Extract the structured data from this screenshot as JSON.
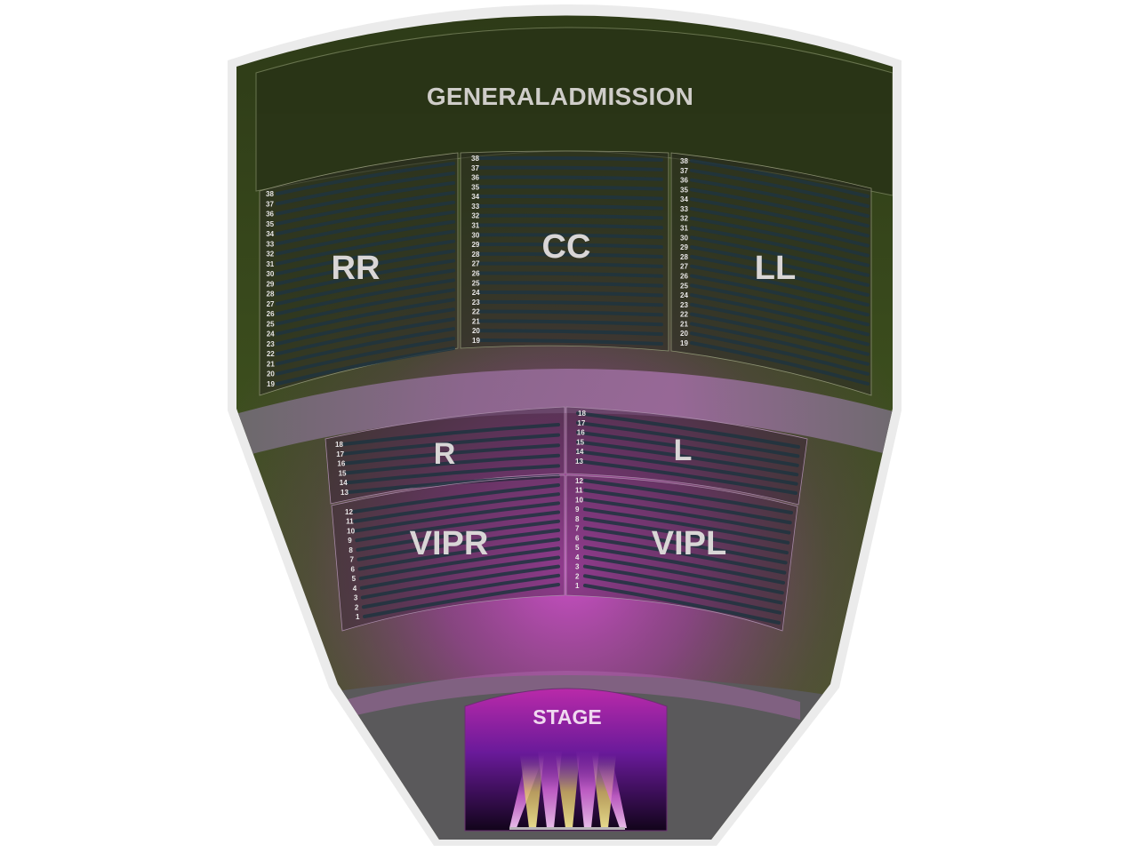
{
  "venue_map": {
    "general_admission": {
      "label": "GENERALADMISSION"
    },
    "stage": {
      "label": "STAGE"
    },
    "sections": [
      {
        "id": "RR",
        "label": "RR",
        "rows": [
          "38",
          "37",
          "36",
          "35",
          "34",
          "33",
          "32",
          "31",
          "30",
          "29",
          "28",
          "27",
          "26",
          "25",
          "24",
          "23",
          "22",
          "21",
          "20",
          "19"
        ]
      },
      {
        "id": "CC",
        "label": "CC",
        "rows": [
          "38",
          "37",
          "36",
          "35",
          "34",
          "33",
          "32",
          "31",
          "30",
          "29",
          "28",
          "27",
          "26",
          "25",
          "24",
          "23",
          "22",
          "21",
          "20",
          "19"
        ]
      },
      {
        "id": "LL",
        "label": "LL",
        "rows": [
          "38",
          "37",
          "36",
          "35",
          "34",
          "33",
          "32",
          "31",
          "30",
          "29",
          "28",
          "27",
          "26",
          "25",
          "24",
          "23",
          "22",
          "21",
          "20",
          "19"
        ]
      },
      {
        "id": "R",
        "label": "R",
        "rows": [
          "18",
          "17",
          "16",
          "15",
          "14",
          "13"
        ]
      },
      {
        "id": "L",
        "label": "L",
        "rows": [
          "18",
          "17",
          "16",
          "15",
          "14",
          "13"
        ]
      },
      {
        "id": "VIPR",
        "label": "VIPR",
        "rows": [
          "12",
          "11",
          "10",
          "9",
          "8",
          "7",
          "6",
          "5",
          "4",
          "3",
          "2",
          "1"
        ]
      },
      {
        "id": "VIPL",
        "label": "VIPL",
        "rows": [
          "12",
          "11",
          "10",
          "9",
          "8",
          "7",
          "6",
          "5",
          "4",
          "3",
          "2",
          "1"
        ]
      }
    ],
    "colors": {
      "grass": "#3a4a1c",
      "grass_dark": "#2a3316",
      "walkway": "#6b6a6c",
      "walkway_pink": "#9a6a98",
      "seat_row": "#1f3440",
      "glow": "#c04ac0",
      "stage_top": "#b52aa8",
      "stage_bottom": "#1a0520",
      "border": "#e8e8e8"
    }
  }
}
